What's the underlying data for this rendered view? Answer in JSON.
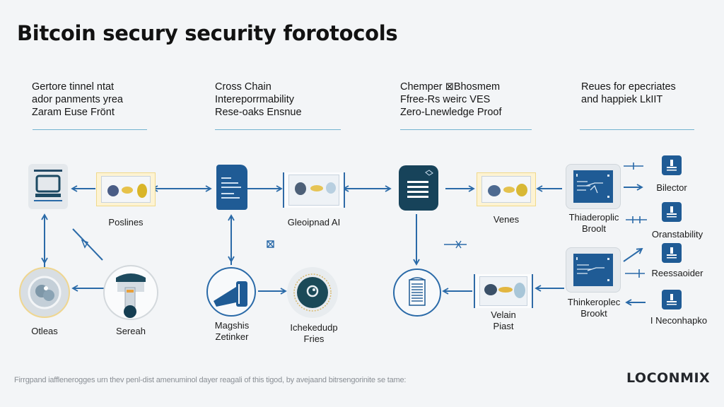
{
  "title": "Bitcoin secury security forotocols",
  "columns": [
    {
      "heading_lines": [
        "Gertore tinnel ntat",
        "ador panments yrea",
        "Zaram Euse Frönt"
      ]
    },
    {
      "heading_lines": [
        "Cross Chain",
        "Intereporrmability",
        "Rese-oaks Ensnue"
      ]
    },
    {
      "heading_lines": [
        "Chemper ⊠Bhosmem",
        "Ffree-Rs weirc VES",
        "Zero-Lnewledge Proof"
      ]
    },
    {
      "heading_lines": [
        "Reues for epecriates",
        "and happiek LkIIT"
      ]
    }
  ],
  "nodes": {
    "terminal": {
      "label": "",
      "icon": "computer-terminal-icon"
    },
    "poslines": {
      "label": "Poslines",
      "icon": "photo-card-icon"
    },
    "otleas": {
      "label": "Otleas",
      "icon": "gear-cluster-icon"
    },
    "sereah": {
      "label": "Sereah",
      "icon": "lamp-device-icon"
    },
    "document": {
      "label": "",
      "icon": "document-icon"
    },
    "gleoipnad": {
      "label": "Gleoipnad AI",
      "icon": "photo-card-icon"
    },
    "magshis": {
      "label_lines": [
        "Magshis",
        "Zetinker"
      ],
      "icon": "megaphone-icon"
    },
    "ichekedudp": {
      "label_lines": [
        "Ichekedudp",
        "Fries"
      ],
      "icon": "lens-icon"
    },
    "menu_tile": {
      "label": "",
      "icon": "menu-list-icon"
    },
    "venes": {
      "label": "Venes",
      "icon": "photo-card-icon"
    },
    "ledger_circle": {
      "label": "",
      "icon": "ledger-list-icon"
    },
    "velain": {
      "label_lines": [
        "Velain",
        "Piast"
      ],
      "icon": "photo-card-icon"
    },
    "monitor_top": {
      "label_lines": [
        "Thiaderoplic",
        "Broolt"
      ],
      "icon": "monitor-chart-icon"
    },
    "monitor_bottom": {
      "label_lines": [
        "Thinkeroplec",
        "Brookt"
      ],
      "icon": "monitor-chart-icon"
    }
  },
  "outputs": [
    {
      "label": "Bilector",
      "icon": "stamp-icon"
    },
    {
      "label": "Oranstability",
      "icon": "stamp-icon"
    },
    {
      "label": "Reessaoider",
      "icon": "stamp-icon"
    },
    {
      "label": "I Neconhapko",
      "icon": "stamp-icon"
    }
  ],
  "footer": {
    "note": "Firrgpand iafflenerogges urn thev penl-dist amenuminol dayer reagali of this tigod, by avejaand bitrsengorinite se tame:",
    "logo": "LOCONMIX"
  },
  "colors": {
    "accent": "#2a6aa8",
    "dark_tile": "#17435a",
    "rule": "#5aa7c9",
    "background": "#f3f5f7"
  }
}
